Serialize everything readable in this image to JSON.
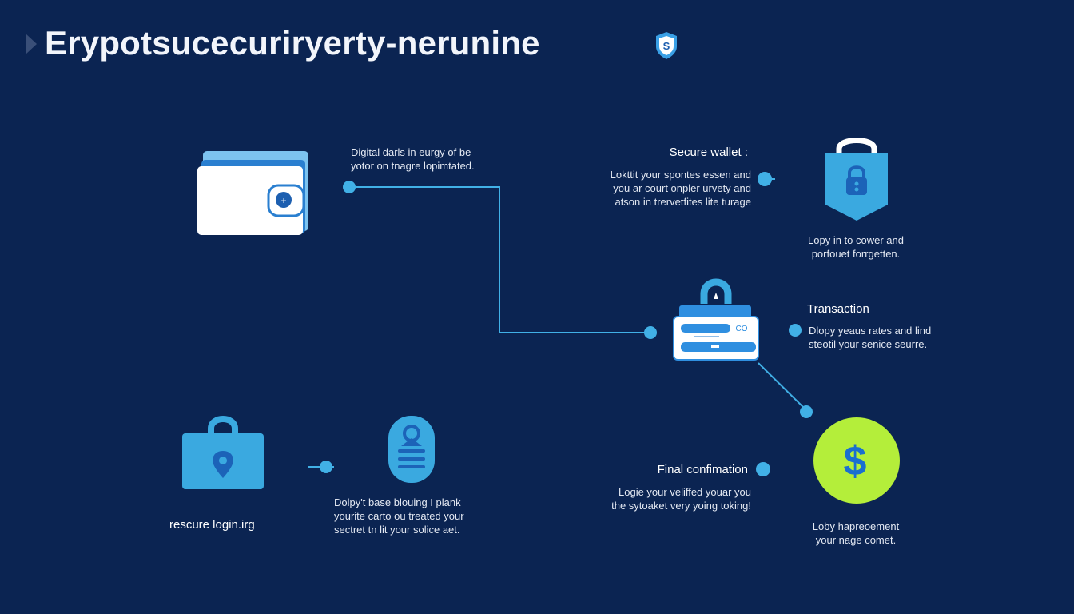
{
  "title": "Erypotsucecuriryerty-nerunine",
  "shield_badge_text": "S",
  "nodes": {
    "wallet": {
      "description": [
        "Digital darls in eurgy of be",
        "yotor on tnagre lopimtated."
      ]
    },
    "secure_wallet": {
      "heading": "Secure wallet :",
      "description": [
        "Lokttit your spontes essen and",
        "you ar court onpler urvety and",
        "atson in trervetfites lite turage"
      ]
    },
    "lock_shield": {
      "description": [
        "Lopy in to cower and",
        "porfouet forrgetten."
      ]
    },
    "transaction": {
      "heading": "Transaction",
      "description": [
        "Dlopy yeaus rates and lind",
        "steotil your senice seurre."
      ],
      "card_code": "CO"
    },
    "final_confirmation": {
      "heading": "Final confimation",
      "description": [
        "Logie your veliffed youar you",
        "the sytoaket very yoing toking!"
      ]
    },
    "dollar_coin": {
      "symbol": "$",
      "description": [
        "Loby hapreoement",
        "your nage comet."
      ]
    },
    "secure_login": {
      "label": "rescure login.irg"
    },
    "badge": {
      "description": [
        "Dolpy't base blouing I plank",
        "yourite carto ou treated your",
        "sectret tn lit your solice aet."
      ]
    }
  },
  "colors": {
    "background": "#0b2452",
    "accent": "#3aa9e0",
    "connector": "#41b0e6",
    "coin": "#b4ee3a",
    "coin_symbol": "#1a6fd0"
  }
}
